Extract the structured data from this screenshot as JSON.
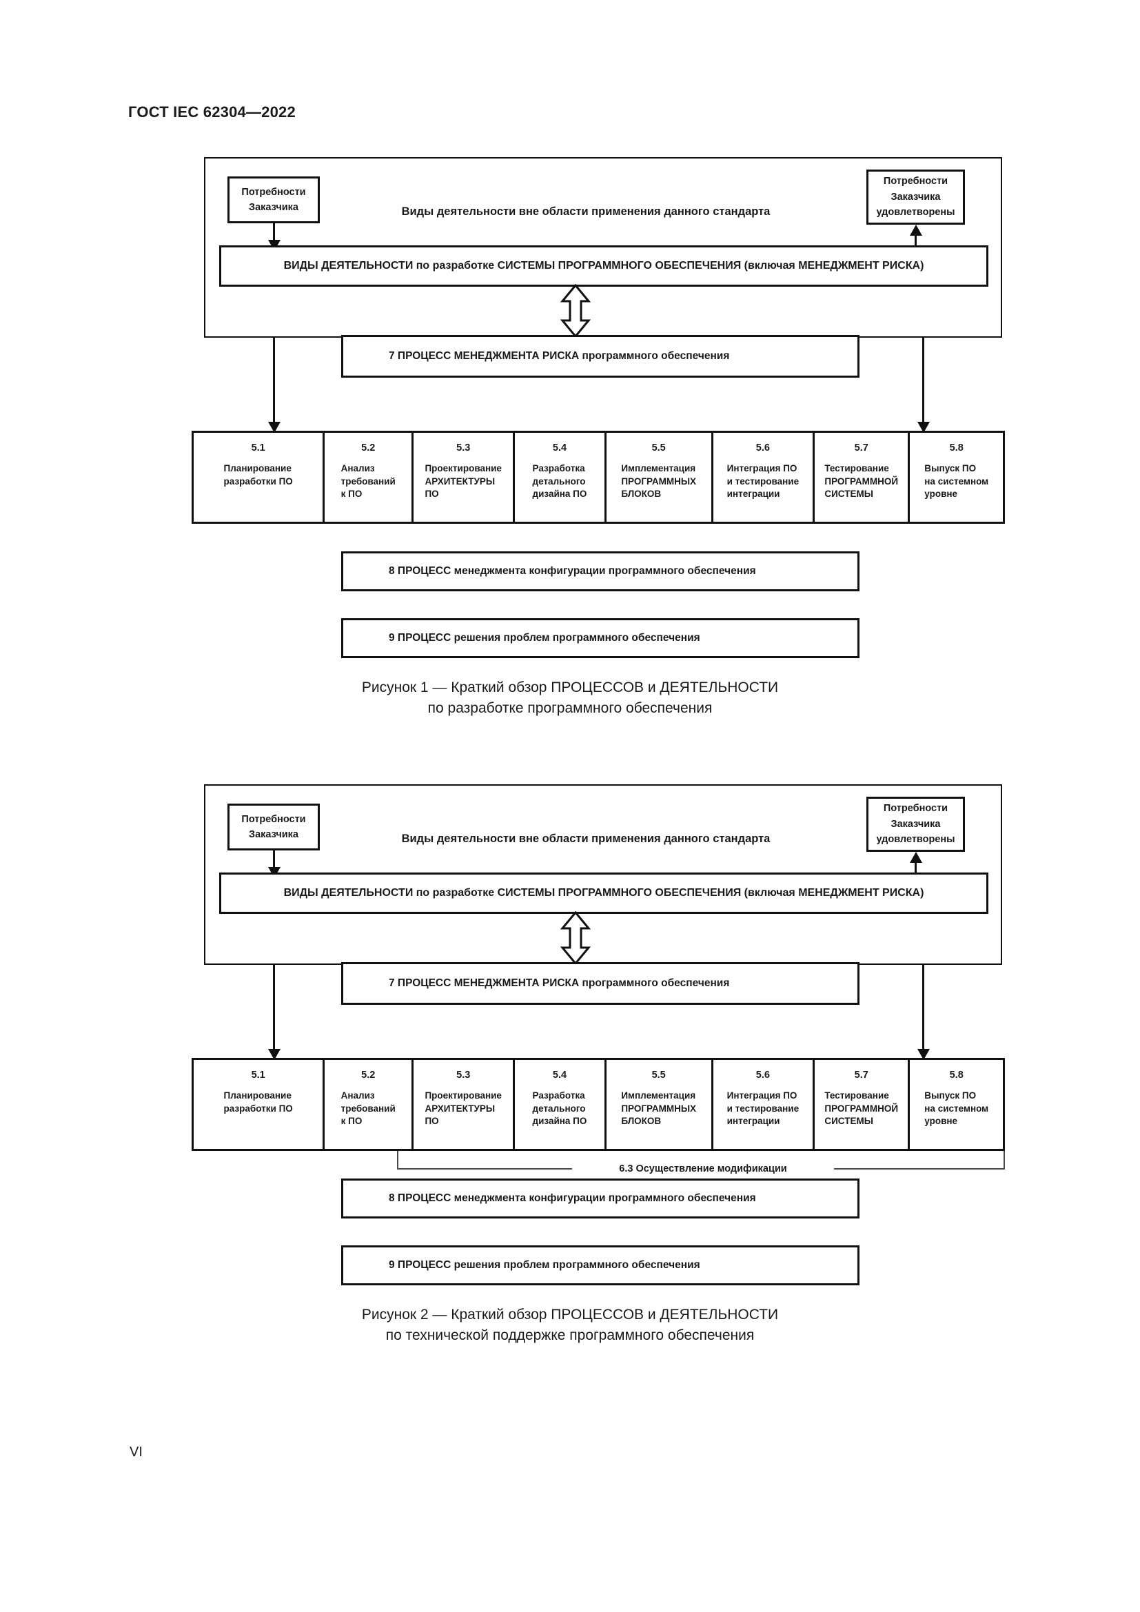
{
  "document": {
    "header": "ГОСТ IEC 62304—2022",
    "page_number": "VI"
  },
  "common": {
    "needs_in": "Потребности\nЗаказчика",
    "needs_in_line1": "Потребности",
    "needs_in_line2": "Заказчика",
    "needs_out_line1": "Потребности",
    "needs_out_line2": "Заказчика",
    "needs_out_line3": "удовлетворены",
    "outside_scope": "Виды деятельности вне области применения данного стандарта",
    "system_activities": "ВИДЫ ДЕЯТЕЛЬНОСТИ по разработке СИСТЕМЫ ПРОГРАММНОГО ОБЕСПЕЧЕНИЯ (включая МЕНЕДЖМЕНТ РИСКА)",
    "risk_process": "7 ПРОЦЕСС МЕНЕДЖМЕНТА РИСКА программного обеспечения",
    "config_process": "8 ПРОЦЕСС менеджмента конфигурации программного обеспечения",
    "problem_process": "9 ПРОЦЕСС решения проблем программного обеспечения",
    "modification": "6.3 Осуществление модификации",
    "cells": [
      {
        "num": "5.1",
        "lines": [
          "Планирование",
          "разработки ПО"
        ]
      },
      {
        "num": "5.2",
        "lines": [
          "Анализ",
          "требований",
          "к ПО"
        ]
      },
      {
        "num": "5.3",
        "lines": [
          "Проектирование",
          "АРХИТЕКТУРЫ",
          "ПО"
        ]
      },
      {
        "num": "5.4",
        "lines": [
          "Разработка",
          "детального",
          "дизайна ПО"
        ]
      },
      {
        "num": "5.5",
        "lines": [
          "Имплементация",
          "ПРОГРАММНЫХ",
          "БЛОКОВ"
        ]
      },
      {
        "num": "5.6",
        "lines": [
          "Интеграция ПО",
          "и тестирование",
          "интеграции"
        ]
      },
      {
        "num": "5.7",
        "lines": [
          "Тестирование",
          "ПРОГРАММНОЙ",
          "СИСТЕМЫ"
        ]
      },
      {
        "num": "5.8",
        "lines": [
          "Выпуск ПО",
          "на системном",
          "уровне"
        ]
      }
    ]
  },
  "figure1": {
    "caption_line1": "Рисунок 1 — Краткий обзор ПРОЦЕССОВ и ДЕЯТЕЛЬНОСТИ",
    "caption_line2": "по разработке программного обеспечения"
  },
  "figure2": {
    "caption_line1": "Рисунок 2 — Краткий обзор ПРОЦЕССОВ и ДЕЯТЕЛЬНОСТИ",
    "caption_line2": "по технической поддержке программного обеспечения"
  }
}
